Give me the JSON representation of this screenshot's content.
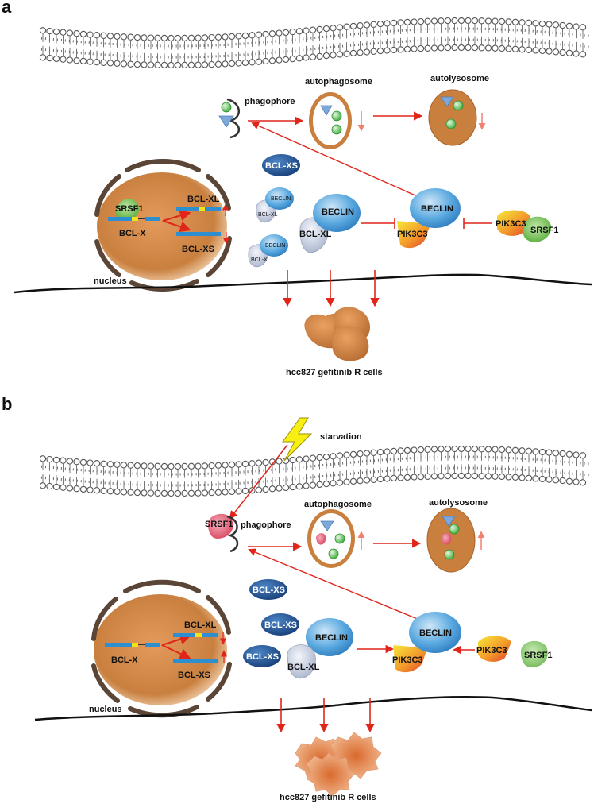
{
  "panels": [
    {
      "letter": "a",
      "labels": {
        "phagophore": "phagophore",
        "autophagosome": "autophagosome",
        "autolysosome": "autolysosome",
        "bcl_xs_float": "BCL-XS",
        "srsf1_nucleus": "SRSF1",
        "bcl_x": "BCL-X",
        "bcl_xl_gene": "BCL-XL",
        "bcl_xs_gene": "BCL-XS",
        "nucleus": "nucleus",
        "beclin_small_1": "BECLIN",
        "bcl_xl_small_1": "BCL-XL",
        "beclin_small_2": "BECLIN",
        "bcl_xl_small_2": "BCL-XL",
        "beclin_mid": "BECLIN",
        "bcl_xl_mid": "BCL-XL",
        "beclin_right": "BECLIN",
        "pik3c3_complex": "PIK3C3",
        "pik3c3_right": "PIK3C3",
        "srsf1_right": "SRSF1",
        "cells": "hcc827 gefitinib R cells"
      }
    },
    {
      "letter": "b",
      "labels": {
        "starvation": "starvation",
        "phagophore": "phagophore",
        "srsf1_phagophore": "SRSF1",
        "autophagosome": "autophagosome",
        "autolysosome": "autolysosome",
        "bcl_xs_float_1": "BCL-XS",
        "bcl_xs_float_2": "BCL-XS",
        "bcl_xs_float_3": "BCL-XS",
        "bcl_x": "BCL-X",
        "bcl_xl_gene": "BCL-XL",
        "bcl_xs_gene": "BCL-XS",
        "nucleus": "nucleus",
        "beclin_mid": "BECLIN",
        "bcl_xl_mid": "BCL-XL",
        "beclin_right": "BECLIN",
        "pik3c3_complex": "PIK3C3",
        "pik3c3_right": "PIK3C3",
        "srsf1_right": "SRSF1",
        "cells": "hcc827 gefitinib R cells"
      }
    }
  ],
  "colors": {
    "arrow": "#e0251b",
    "arrow_light": "#f08070",
    "cytoplasm_orange": "#cf8446",
    "nucleus_outline": "#5a4536",
    "membrane": "#6a6a6a",
    "beclin_blue": "#4a9fdc",
    "bcl_xs_dark": "#1f5aa0",
    "gene_blue": "#2e8fd0",
    "gene_yellow": "#f2e21a",
    "vesicle_green": "#3cae3c",
    "triangle_blue": "#7ea8dc",
    "srsf1_green": "#6cbf4a",
    "srsf1_red": "#e2607a",
    "bolt_yellow": "#f7ee12"
  },
  "icons": {
    "starvation": "lightning-bolt-icon",
    "regulation_up": "arrow-up-icon",
    "regulation_down": "arrow-down-icon"
  }
}
